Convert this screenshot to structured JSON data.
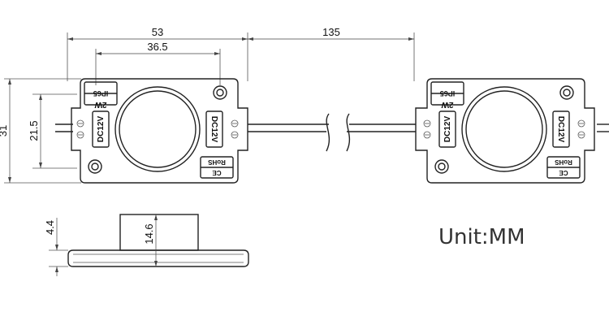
{
  "dimensions": {
    "width_total": "53",
    "hole_spacing": "36.5",
    "cable_length": "135",
    "height_total": "31",
    "height_inner": "21.5",
    "lens_height": "4.4",
    "total_thickness": "14.6"
  },
  "module_labels": {
    "ip_rating": "IP65",
    "power": "2W",
    "voltage": "DC12V",
    "rohs": "RoHS",
    "ce": "CE"
  },
  "unit_label": "Unit:MM",
  "colors": {
    "line": "#222222",
    "background": "#ffffff"
  }
}
